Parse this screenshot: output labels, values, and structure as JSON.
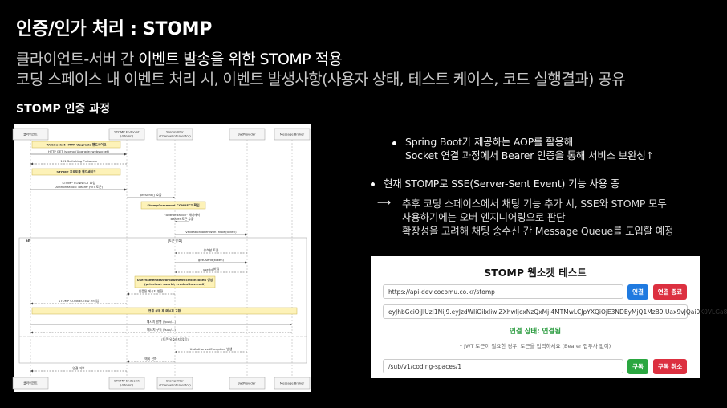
{
  "title": "인증/인가 처리 : STOMP",
  "subtitle": {
    "line1_a": "클라이언트-서버 간 ",
    "line1_b": "이벤트 발송을 위한 STOMP 적용",
    "line2": "코딩 스페이스 내 이벤트 처리 시, 이벤트 발생사항(사용자 상태, 테스트 케이스, 코드 실행결과) 공유"
  },
  "section_title": "STOMP 인증 과정",
  "diagram": {
    "participants": [
      "클라이언트",
      "STOMP Endpoint\n(/stomp)",
      "StompFilter\n(ChannelInterceptor)",
      "JwtProvider",
      "Message Broker"
    ],
    "notes": [
      "WebSocket HTTP Upgrade 핸드셰이크",
      "STOMP 프로토콜 핸드셰이크",
      "StompCommand.CONNECT 확인",
      "UsernamePasswordAuthenticationToken 생성\n(principal: userId, credentials: null)",
      "연결 성공 후 메시지 교환",
      "[토큰 유효하지 않음]"
    ],
    "messages": [
      "HTTP GET /stomp (Upgrade: websocket)",
      "101 Switching Protocols",
      "STOMP CONNECT 요청\n(Authorization: Bearer JWT 토큰)",
      "preSend() 호출",
      "\"Authorization\" 헤더에서\nBearer 토큰 추출",
      "validationTokenWithThrow(token)",
      "유효한 토큰",
      "getUserId(token)",
      "userId 반환",
      "인증된 메시지 반환",
      "STOMP CONNECTED 프레임",
      "메시지 발행 (/pub/...)",
      "메시지 구독 (/sub/...)",
      "UnAuthorizedException 발생",
      "예외 전파",
      "연결 거부"
    ],
    "alt_label": "alt",
    "alt_guard": "[토큰 유효]"
  },
  "bullets": [
    {
      "lines": [
        "Spring Boot가 제공하는 AOP를 활용해",
        "Socket 연결 과정에서 Bearer 인증을 통해 서비스 보완성↑"
      ]
    },
    {
      "lines": [
        "현재 STOMP로 SSE(Server-Sent Event) 기능 사용 중"
      ]
    }
  ],
  "sub_arrow": "⟶",
  "sub_lines": [
    "추후 코딩 스페이스에서 채팅 기능 추가 시, SSE와 STOMP 모두",
    "사용하기에는 오버 엔지니어링으로 판단",
    "확장성을 고려해 채팅 송수신 간 Message Queue를 도입할 예정"
  ],
  "ws_test": {
    "title": "STOMP 웹소켓 테스트",
    "url_value": "https://api-dev.cocomu.co.kr/stomp",
    "connect_label": "연결",
    "disconnect_label": "연결 종료",
    "token_value": "eyJhbGciOiJIUzI1NiJ9.eyJzdWIiOiIxIiwiZXhwIjoxNzQxMjI4MTMwLCJpYXQiOjE3NDEyMjQ1MzB9.Uax9vJQai0K0VLGa8",
    "status": "연결 상태: 연결됨",
    "hint": "* JWT 토큰이 필요한 경우, 토큰을 입력하세요 (Bearer 접두사 없이)",
    "sub_value": "/sub/v1/coding-spaces/1",
    "subscribe_label": "구독",
    "unsubscribe_label": "구독 취소"
  }
}
